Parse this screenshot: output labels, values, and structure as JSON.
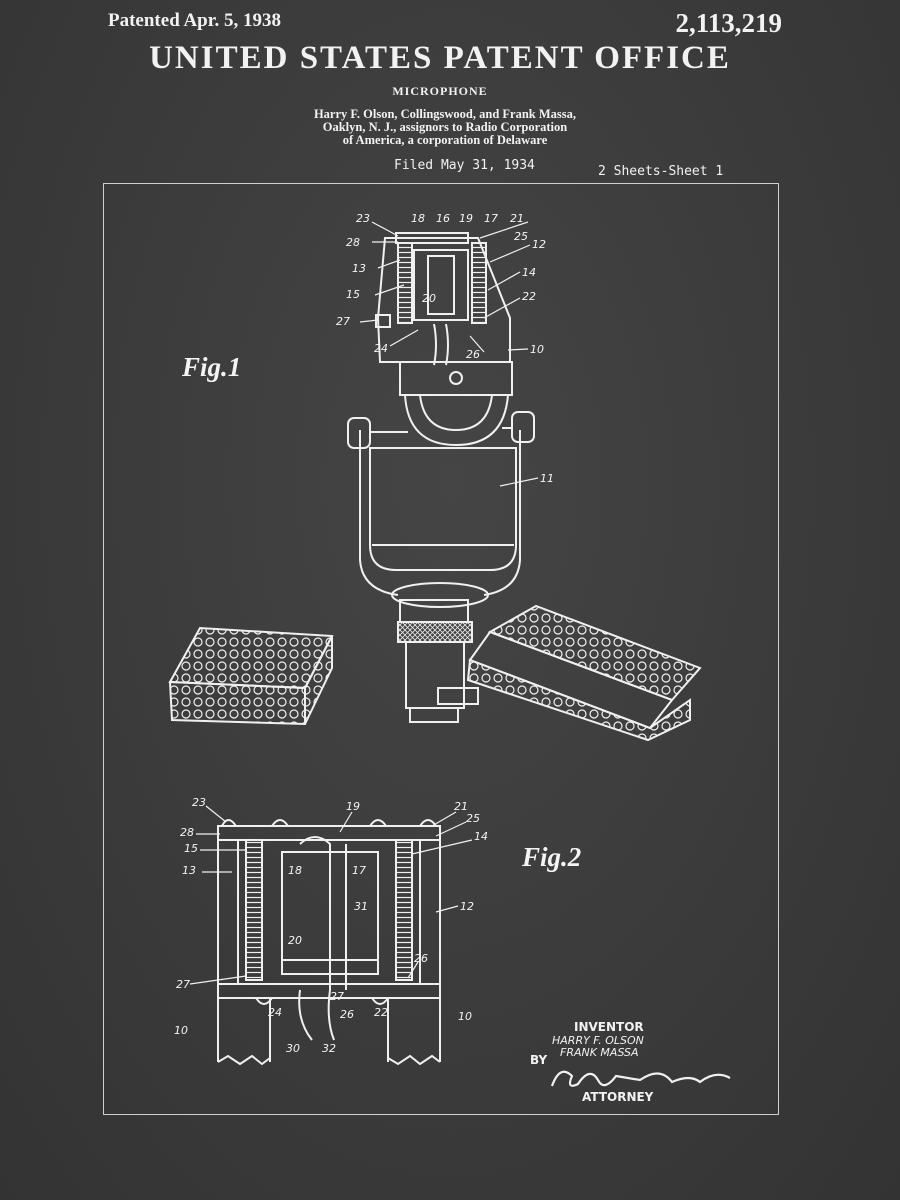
{
  "header": {
    "patented": "Patented Apr. 5, 1938",
    "number": "2,113,219",
    "office": "UNITED STATES PATENT OFFICE",
    "title": "MICROPHONE",
    "inventors_line1": "Harry F. Olson, Collingswood, and Frank Massa,",
    "inventors_line2": "Oaklyn, N. J., assignors to Radio Corporation",
    "inventors_line3": "of America, a corporation of Delaware",
    "filed": "Filed May 31, 1934",
    "sheets": "2 Sheets-Sheet 1"
  },
  "figures": {
    "fig1": "Fig.1",
    "fig2": "Fig.2"
  },
  "fig1_labels": {
    "l23": "23",
    "l18": "18",
    "l16": "16",
    "l19": "19",
    "l17": "17",
    "l21": "21",
    "l28": "28",
    "l25": "25",
    "l12": "12",
    "l13": "13",
    "l14": "14",
    "l15": "15",
    "l20": "20",
    "l22": "22",
    "l27": "27",
    "l24": "24",
    "l26": "26",
    "l10": "10",
    "l11": "11"
  },
  "fig2_labels": {
    "l23": "23",
    "l19": "19",
    "l21": "21",
    "l25": "25",
    "l28": "28",
    "l14": "14",
    "l15": "15",
    "l13": "13",
    "l18": "18",
    "l17": "17",
    "l12": "12",
    "l31": "31",
    "l20": "20",
    "l26": "26",
    "l27a": "27",
    "l27b": "27",
    "l24": "24",
    "l22": "22",
    "l10a": "10",
    "l10b": "10",
    "l30": "30",
    "l32": "32"
  },
  "signature": {
    "inventor_heading": "INVENTOR",
    "inventor_name1": "HARRY F. OLSON",
    "inventor_name2": "FRANK MASSA",
    "by": "BY",
    "attorney": "ATTORNEY"
  }
}
